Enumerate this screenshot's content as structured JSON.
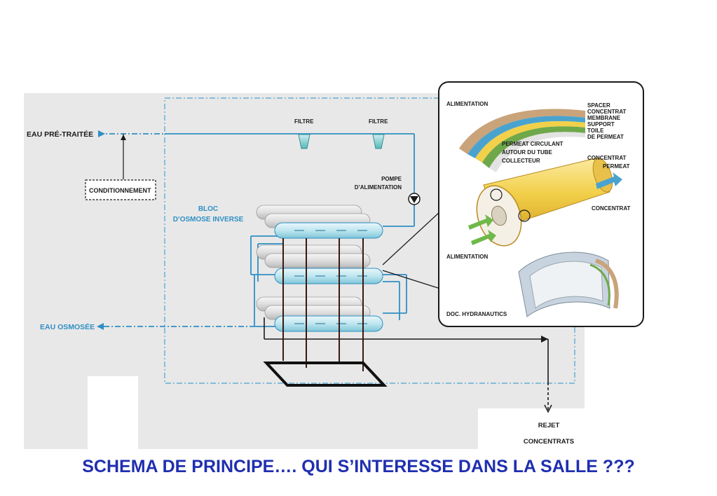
{
  "labels": {
    "feed": "EAU PRÉ-TRAITÉE",
    "conditioning": "CONDITIONNEMENT",
    "filter1": "FILTRE",
    "filter2": "FILTRE",
    "pump_line1": "POMPE",
    "pump_line2": "D’ALIMENTATION",
    "ro_line1": "BLOC",
    "ro_line2": "D’OSMOSE INVERSE",
    "product": "EAU OSMOSÉE",
    "reject_line1": "REJET",
    "reject_line2": "CONCENTRATS"
  },
  "inset": {
    "feed_top": "ALIMENTATION",
    "layers": [
      "SPACER",
      "CONCENTRAT",
      "MEMBRANE",
      "SUPPORT",
      "TOILE",
      "DE PERMEAT"
    ],
    "permeate_1": "PERMEAT CIRCULANT",
    "permeate_2": "AUTOUR DU TUBE",
    "permeate_3": "COLLECTEUR",
    "concentrat_1": "CONCENTRAT",
    "permeat": "PERMEAT",
    "concentrat_2": "CONCENTRAT",
    "feed_bottom": "ALIMENTATION",
    "credit": "DOC. HYDRANAUTICS"
  },
  "caption": "SCHEMA DE PRINCIPE…. QUI S’INTERESSE DANS LA SALLE ???",
  "colors": {
    "water_blue": "#2f8fc4",
    "pipe_dark": "#1a1a1a",
    "caption_blue": "#1f2fb0",
    "membrane_yellow": "#f2d04a",
    "tube_cyan": "#bfe6ef"
  }
}
